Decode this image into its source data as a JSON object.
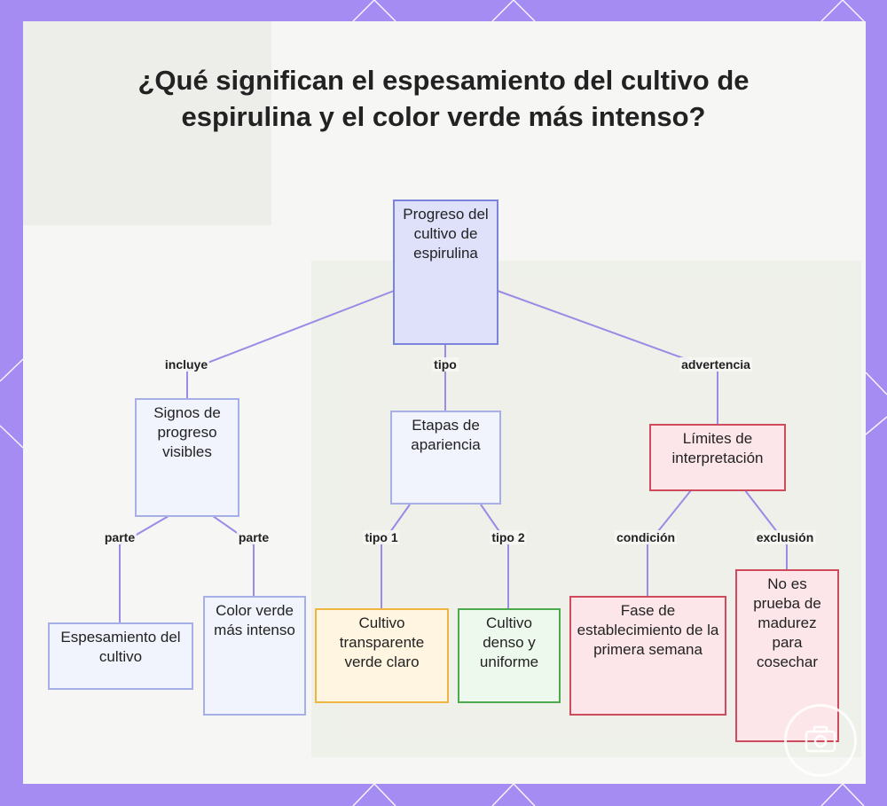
{
  "title": "¿Qué significan el espesamiento del cultivo de espirulina y el color verde más intenso?",
  "nodes": {
    "root": "Progreso del cultivo de espirulina",
    "signos": "Signos de progreso visibles",
    "etapas": "Etapas de apariencia",
    "limites": "Límites de interpretación",
    "espesamiento": "Espesamiento del cultivo",
    "color": "Color verde más intenso",
    "transparente": "Cultivo transparente verde claro",
    "denso": "Cultivo denso y uniforme",
    "fase": "Fase de establecimiento de la primera semana",
    "noprueba": "No es prueba de madurez para cosechar"
  },
  "edges": {
    "incluye": "incluye",
    "tipo": "tipo",
    "advertencia": "advertencia",
    "parte1": "parte",
    "parte2": "parte",
    "tipo1": "tipo 1",
    "tipo2": "tipo 2",
    "condicion": "condición",
    "exclusion": "exclusión"
  },
  "colors": {
    "edge": "#9b8ae6",
    "frame": "#a48cf2"
  },
  "badge_icon": "camera-icon"
}
